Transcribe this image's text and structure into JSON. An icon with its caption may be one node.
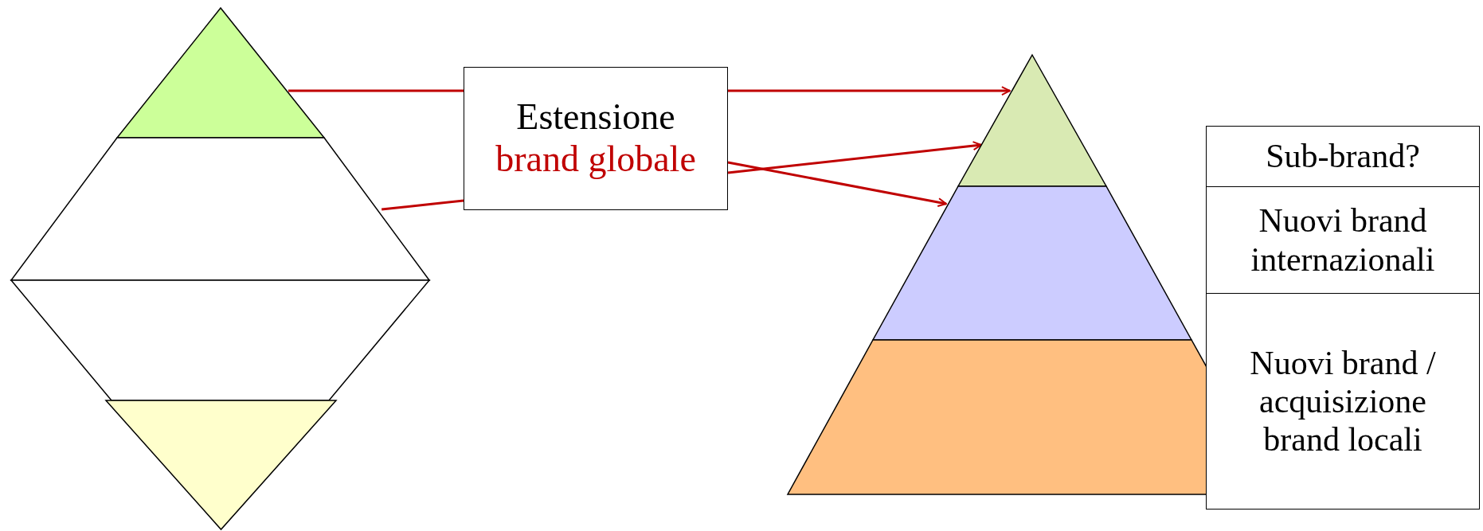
{
  "diagram": {
    "nodes": [
      {
        "text": [],
        "shape": "triangle"
      },
      {
        "text": [],
        "shape": "trapezoid"
      },
      {
        "text": [],
        "shape": "trapezoid"
      },
      {
        "text": [],
        "shape": "triangle"
      },
      {
        "text": [
          "Estensione",
          "brand globale"
        ]
      },
      {
        "text": [],
        "shape": "triangle"
      },
      {
        "text": [],
        "shape": "trapezoid"
      },
      {
        "text": [],
        "shape": "trapezoid"
      },
      {
        "text": [
          "Sub-brand?"
        ]
      },
      {
        "text": [
          "Nuovi brand internazionali"
        ]
      },
      {
        "text": [
          "Nuovi brand / acquisizione brand locali"
        ]
      }
    ],
    "edges": [
      {
        "from": 0,
        "to": 4,
        "arrow": "none"
      },
      {
        "from": 4,
        "to": 5,
        "arrow": "to"
      },
      {
        "from": 1,
        "to": 4,
        "arrow": "none"
      },
      {
        "from": 4,
        "to": 5,
        "arrow": "to"
      },
      {
        "from": 4,
        "to": 6,
        "arrow": "to"
      }
    ]
  }
}
